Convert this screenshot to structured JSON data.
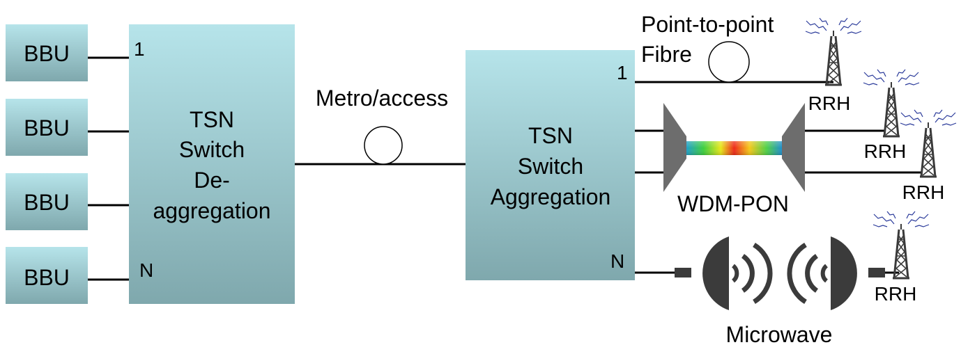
{
  "bbus": [
    {
      "label": "BBU"
    },
    {
      "label": "BBU"
    },
    {
      "label": "BBU"
    },
    {
      "label": "BBU"
    }
  ],
  "deagg_switch": {
    "lines": [
      "TSN",
      "Switch",
      "De-",
      "aggregation"
    ],
    "port_first": "1",
    "port_last": "N"
  },
  "metro_label": "Metro/access",
  "agg_switch": {
    "lines": [
      "TSN",
      "Switch",
      "Aggregation"
    ],
    "port_first": "1",
    "port_last": "N"
  },
  "p2p": {
    "lines": [
      "Point-to-point",
      "Fibre"
    ]
  },
  "wdm_label": "WDM-PON",
  "microwave_label": "Microwave",
  "rrh_labels": [
    "RRH",
    "RRH",
    "RRH",
    "RRH"
  ],
  "colors": {
    "box_top": "#b4e2e8",
    "box_bottom": "#7fa6ab",
    "mux": "#6d6d6d",
    "antenna": "#3a3a3a",
    "signal": "#2a3a9a",
    "dish": "#3b3b3b"
  }
}
